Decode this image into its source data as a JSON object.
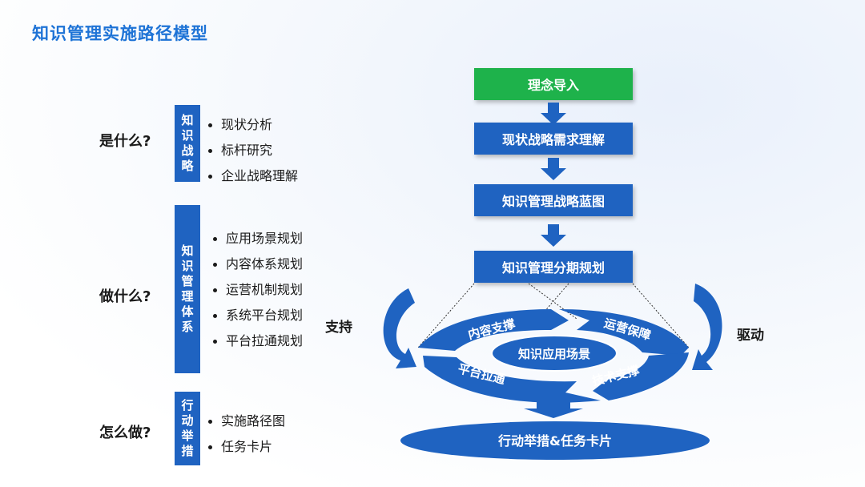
{
  "title": "知识管理实施路径模型",
  "sections": [
    {
      "question": "是什么?",
      "bar_chars": [
        "知",
        "识",
        "战",
        "略"
      ],
      "items": [
        "现状分析",
        "标杆研究",
        "企业战略理解"
      ]
    },
    {
      "question": "做什么?",
      "bar_chars": [
        "知",
        "识",
        "管",
        "理",
        "体",
        "系"
      ],
      "items": [
        "应用场景规划",
        "内容体系规划",
        "运营机制规划",
        "系统平台规划",
        "平台拉通规划"
      ]
    },
    {
      "question": "怎么做?",
      "bar_chars": [
        "行",
        "动",
        "举",
        "措"
      ],
      "items": [
        "实施路径图",
        "任务卡片"
      ]
    }
  ],
  "flow": {
    "steps": [
      "理念导入",
      "现状战略需求理解",
      "知识管理战略蓝图",
      "知识管理分期规划"
    ],
    "cycle_center": "知识应用场景",
    "cycle_segments": [
      "内容支撑",
      "运营保障",
      "技术支撑",
      "平台拉通"
    ],
    "left_label": "支持",
    "right_label": "驱动",
    "bottom": "行动举措&任务卡片"
  },
  "colors": {
    "primary": "#1f63c1",
    "green": "#1eb24b",
    "title": "#1e73d6"
  }
}
